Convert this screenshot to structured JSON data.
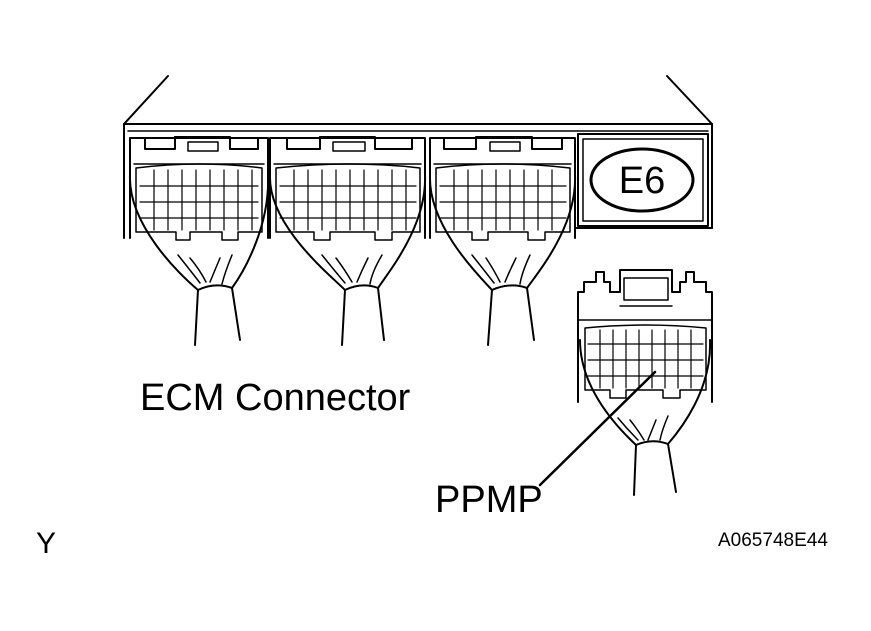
{
  "labels": {
    "ecm_connector": "ECM Connector",
    "badge": "E6",
    "pin": "PPMP",
    "corner_letter": "Y",
    "figure_code": "A065748E44"
  },
  "colors": {
    "line": "#000000",
    "background": "#ffffff"
  }
}
